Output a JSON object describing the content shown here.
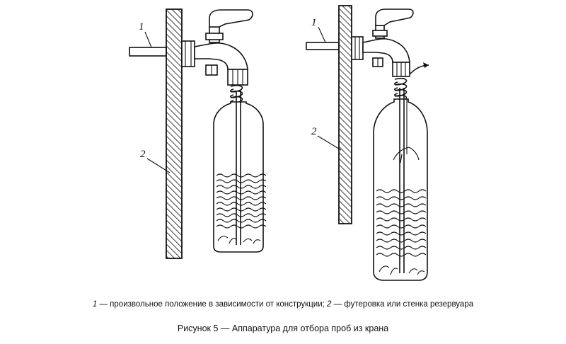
{
  "figure": {
    "label_1_left": "1",
    "label_2_left": "2",
    "label_1_right": "1",
    "label_2_right": "2"
  },
  "legend": {
    "n1": "1",
    "t1": " — произвольное положение в зависимости от конструкции; ",
    "n2": "2",
    "t2": " — футеровка или стенка резервуара"
  },
  "caption": "Рисунок 5 — Аппаратура для отбора проб из крана"
}
